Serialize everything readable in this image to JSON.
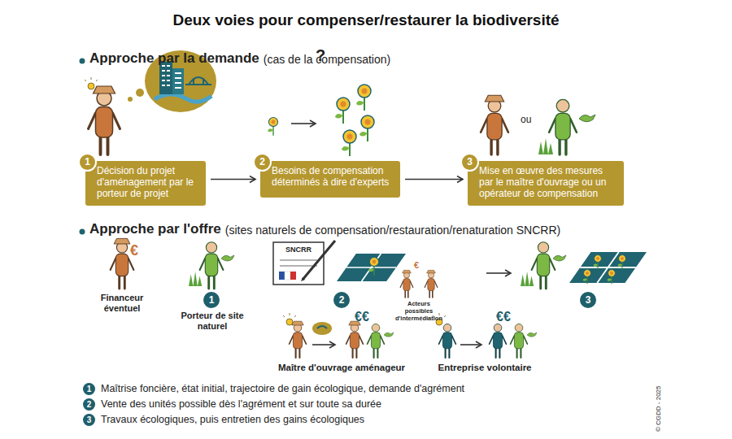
{
  "diagram": {
    "title": "Deux voies pour compenser/restaurer la biodiversité",
    "nodes": [
      {
        "text": [
          "1",
          "Décision du projet d'aménagement par le porteur de projet"
        ]
      },
      {
        "text": [
          "2",
          "Besoins de compensation déterminés à dire d'experts"
        ]
      },
      {
        "text": [
          "3",
          "Mise en œuvre des mesures par le maître d'ouvrage ou un opérateur de compensation"
        ]
      }
    ],
    "edges": [
      {
        "from": 0,
        "to": 1,
        "arrow": "to"
      },
      {
        "from": 1,
        "to": 2,
        "arrow": "to"
      }
    ],
    "labels": [
      "Approche par la demande",
      "(cas de la compensation)",
      "?",
      "ou",
      "Approche par l'offre",
      "(sites naturels de compensation/restauration/renaturation SNCRR)",
      "€",
      "Financeur éventuel",
      "1",
      "Porteur de site naturel",
      "SNCRR",
      "2",
      "€",
      "Acteurs possibles d'intermédiation",
      "3",
      "€€",
      "Maître d'ouvrage aménageur",
      "€€",
      "Entreprise volontaire",
      "1",
      "Maîtrise foncière, état initial, trajectoire de gain écologique, demande d'agrément",
      "2",
      "Vente des unités possible dès l'agrément et sur toute sa durée",
      "3",
      "Travaux écologiques, puis entretien des gains écologiques",
      "© CGDD - 2025"
    ]
  }
}
